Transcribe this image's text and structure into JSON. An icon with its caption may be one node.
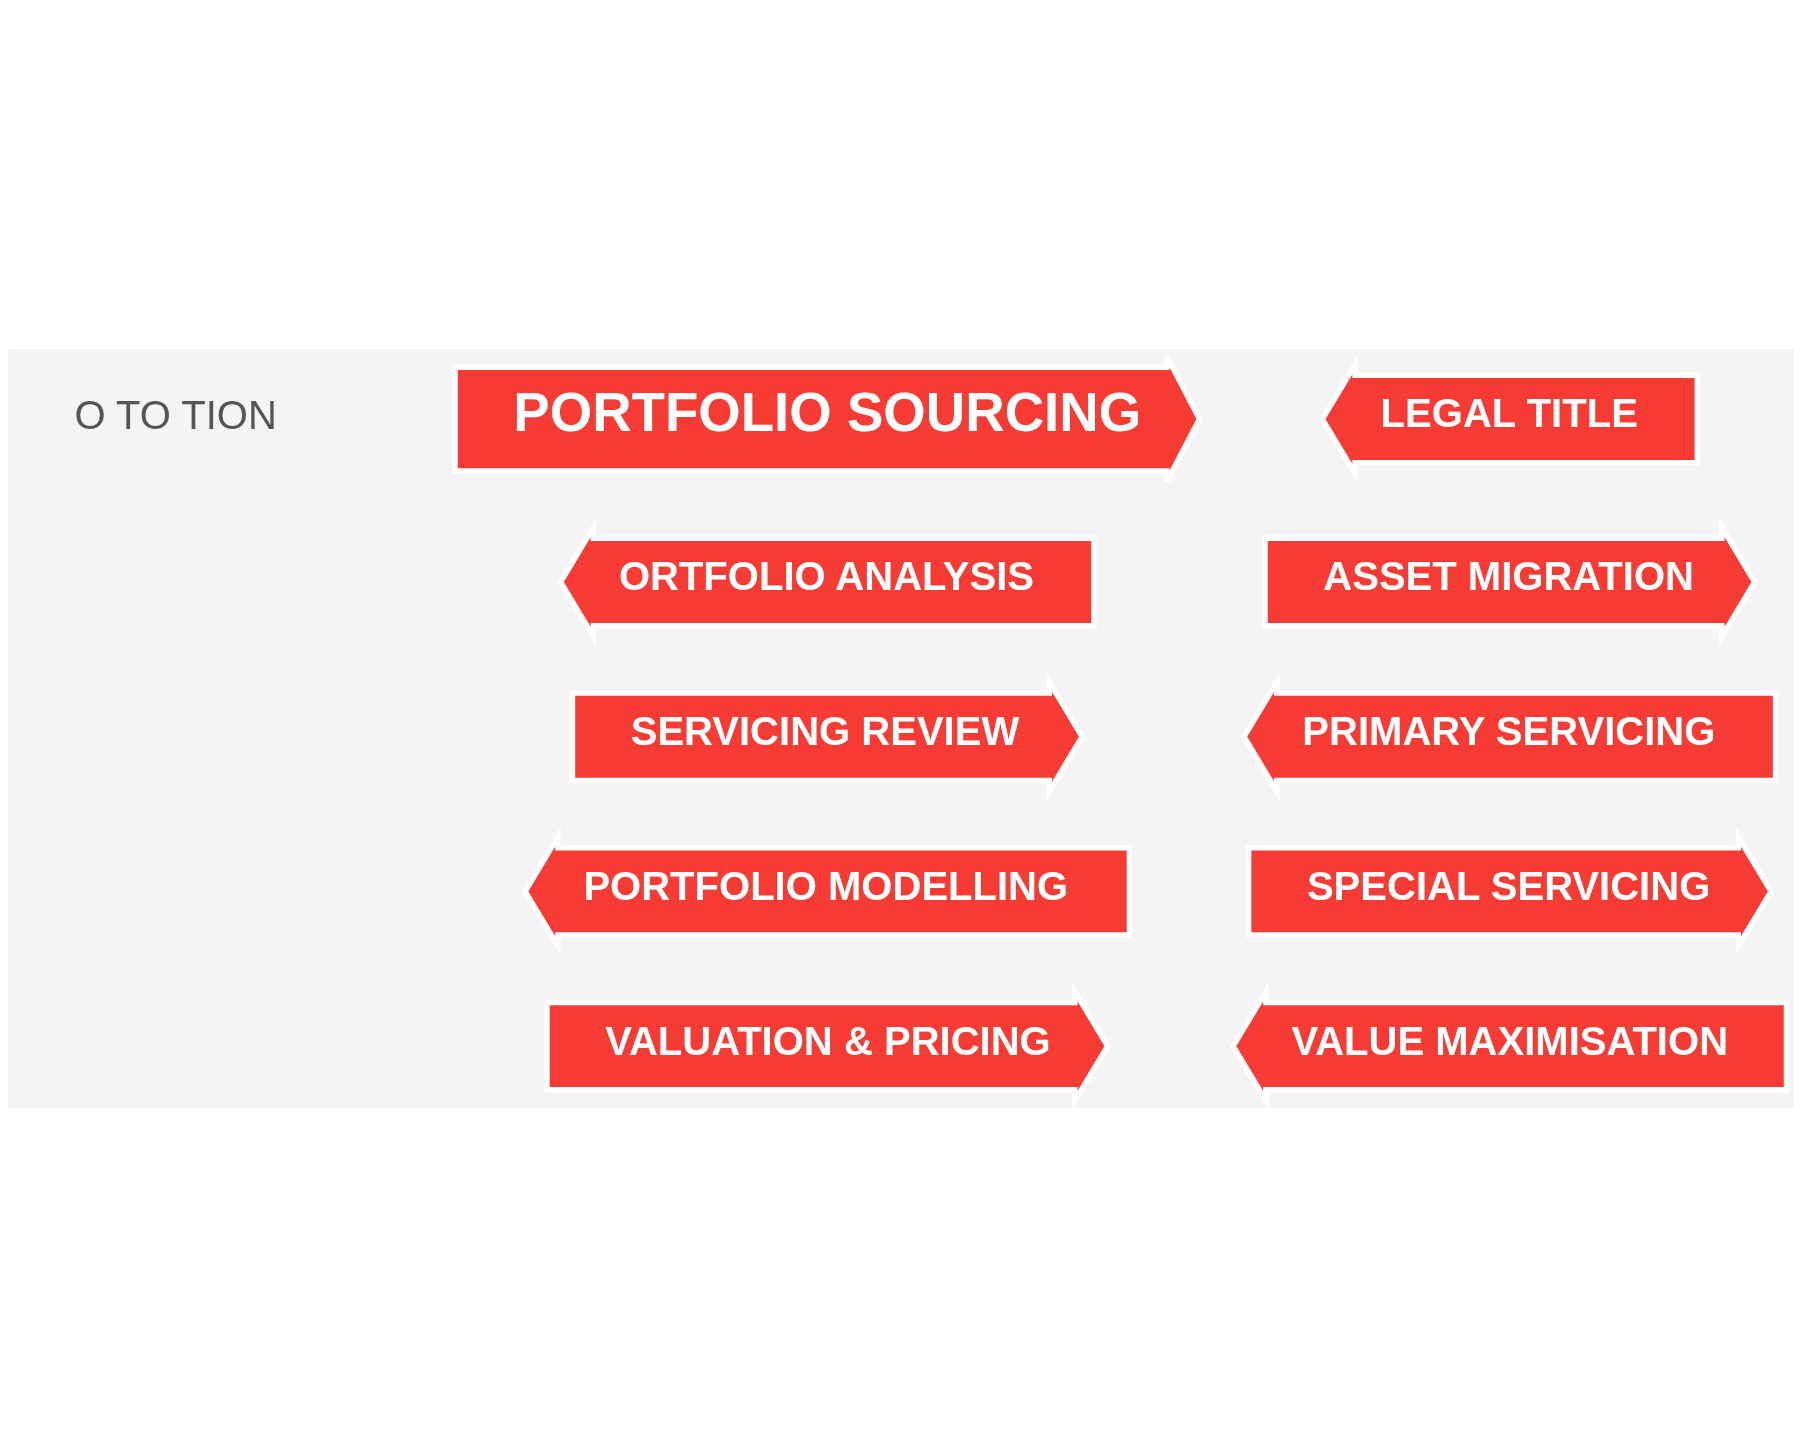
{
  "diagram": {
    "nodes": [
      {
        "text": [
          "PORTFOLIO SOURCING"
        ]
      },
      {
        "text": [
          "LEGAL TITLE"
        ]
      },
      {
        "text": [
          "ORTFOLIO ANALYSIS"
        ]
      },
      {
        "text": [
          "ASSET MIGRATION"
        ]
      },
      {
        "text": [
          "SERVICING REVIEW"
        ]
      },
      {
        "text": [
          "PRIMARY SERVICING"
        ]
      },
      {
        "text": [
          "PORTFOLIO MODELLING"
        ]
      },
      {
        "text": [
          "SPECIAL SERVICING"
        ]
      },
      {
        "text": [
          "VALUATION & PRICING"
        ]
      },
      {
        "text": [
          "VALUE MAXIMISATION"
        ]
      }
    ],
    "edges": [],
    "labels": [
      "O TO TION"
    ]
  }
}
